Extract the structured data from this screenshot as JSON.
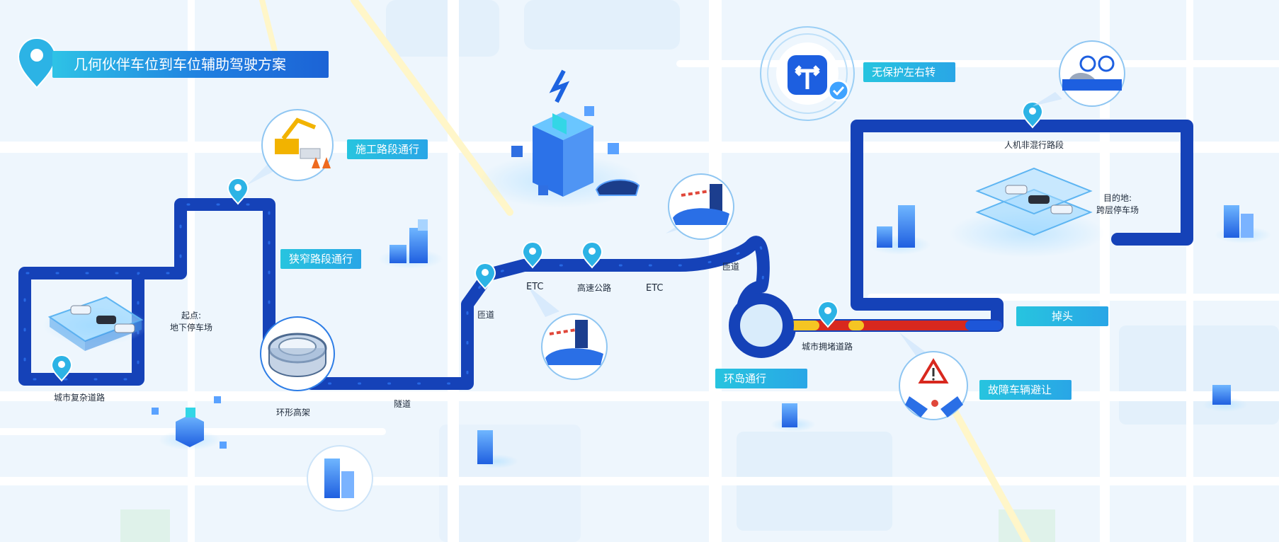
{
  "title": "几何伙伴车位到车位辅助驾驶方案",
  "tags": {
    "construction": "施工路段通行",
    "narrow": "狭窄路段通行",
    "unprotected_turn": "无保护左右转",
    "u_turn": "掉头",
    "roundabout": "环岛通行",
    "broken_vehicle": "故障车辆避让"
  },
  "labels": {
    "start": "起点:",
    "start_place": "地下停车场",
    "city_complex_road": "城市复杂道路",
    "ring_viaduct": "环形高架",
    "tunnel": "隧道",
    "ramp_1": "匝道",
    "etc_1": "ETC",
    "highway": "高速公路",
    "etc_2": "ETC",
    "ramp_2": "匝道",
    "congested_road": "城市拥堵道路",
    "mixed_traffic_road": "人机非混行路段",
    "destination": "目的地:",
    "destination_place": "跨层停车场"
  },
  "colors": {
    "route": "#1d56d8",
    "route_dark": "#1542b8",
    "congestion_red": "#d8281e",
    "congestion_yellow": "#f5c523",
    "tag_start": "#27c4df",
    "tag_end": "#29a6e6",
    "map_bg": "#eef6fd",
    "road": "#ffffff"
  }
}
